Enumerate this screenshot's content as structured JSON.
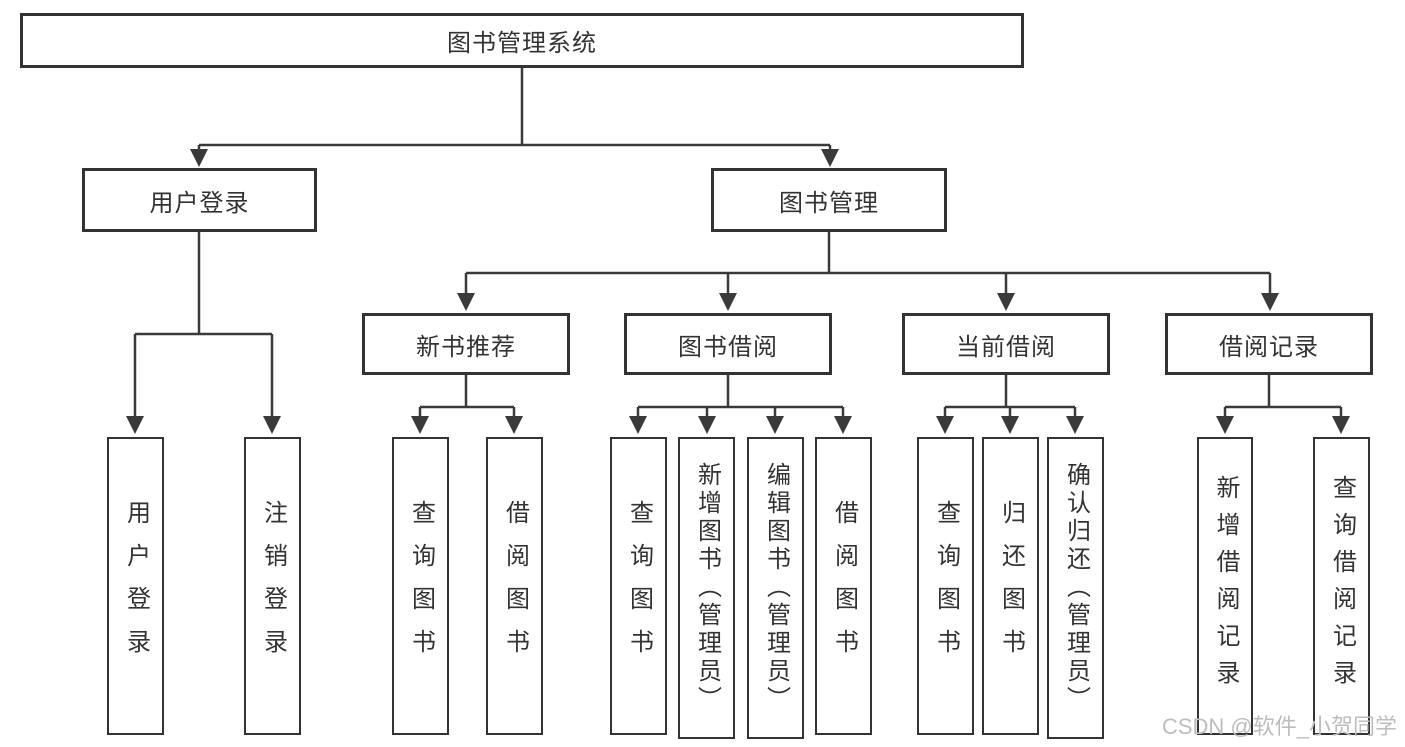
{
  "diagram": {
    "root": {
      "label": "图书管理系统"
    },
    "level2": [
      {
        "label": "用户登录"
      },
      {
        "label": "图书管理"
      }
    ],
    "level3": [
      {
        "label": "新书推荐"
      },
      {
        "label": "图书借阅"
      },
      {
        "label": "当前借阅"
      },
      {
        "label": "借阅记录"
      }
    ],
    "leaves": [
      {
        "label": "用户登录"
      },
      {
        "label": "注销登录"
      },
      {
        "label": "查询图书"
      },
      {
        "label": "借阅图书"
      },
      {
        "label": "查询图书"
      },
      {
        "label": "新增图书（管理员）"
      },
      {
        "label": "编辑图书（管理员）"
      },
      {
        "label": "借阅图书"
      },
      {
        "label": "查询图书"
      },
      {
        "label": "归还图书"
      },
      {
        "label": "确认归还（管理员）"
      },
      {
        "label": "新增借阅记录"
      },
      {
        "label": "查询借阅记录"
      }
    ]
  },
  "watermark": {
    "text": "CSDN @软件_小贺同学"
  },
  "colors": {
    "line": "#3a3a3a",
    "border": "#333333",
    "text": "#333333",
    "watermark": "#bdbdbd",
    "background": "#ffffff"
  }
}
